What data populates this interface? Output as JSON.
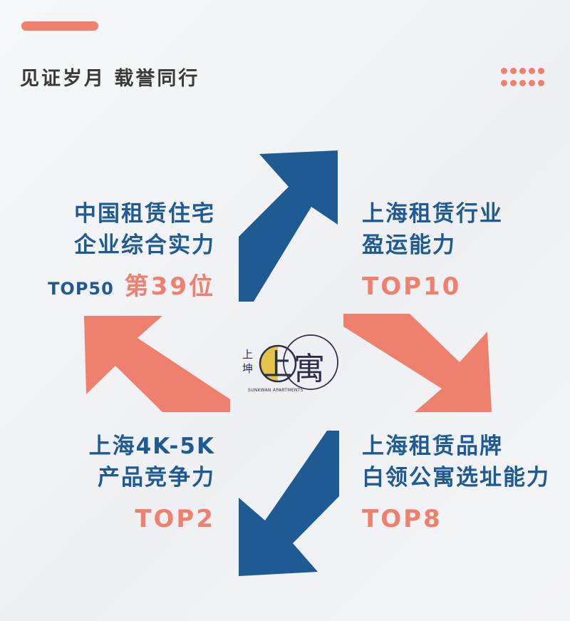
{
  "heading": "见证岁月 载誉同行",
  "blocks": {
    "top_left": {
      "line1": "中国租赁住宅",
      "line2": "企业综合实力",
      "prefix": "TOP50",
      "rank": "第39位"
    },
    "top_right": {
      "line1": "上海租赁行业",
      "line2": "盈运能力",
      "rank": "TOP10"
    },
    "bottom_left": {
      "line1": "上海4K-5K",
      "line2": "产品竞争力",
      "rank": "TOP2"
    },
    "bottom_right": {
      "line1": "上海租赁品牌",
      "line2": "白领公寓选址能力",
      "rank": "TOP8"
    }
  },
  "logo": {
    "small_top": "上",
    "small_bottom": "坤",
    "char1": "上",
    "char2": "寓",
    "tagline": "SUNKWAN APARTMENTS"
  },
  "colors": {
    "blue": "#1f5a92",
    "coral": "#f0806e",
    "gold": "#e3c449"
  }
}
